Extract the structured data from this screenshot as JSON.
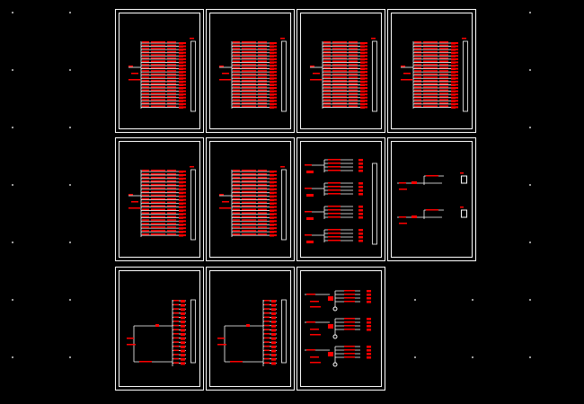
{
  "colors": {
    "background": "#000000",
    "line": "#ffffff",
    "annotation": "#ff0000"
  },
  "sheets": [
    {
      "type": "panel-list",
      "rows": 21
    },
    {
      "type": "panel-list",
      "rows": 21
    },
    {
      "type": "panel-list",
      "rows": 21
    },
    {
      "type": "panel-list",
      "rows": 21
    },
    {
      "type": "panel-list",
      "rows": 19
    },
    {
      "type": "panel-list",
      "rows": 19
    },
    {
      "type": "multi-feeder",
      "groups": 4
    },
    {
      "type": "sparse",
      "groups": 2
    },
    {
      "type": "bus-right",
      "rows": 16
    },
    {
      "type": "bus-right",
      "rows": 16
    },
    {
      "type": "riser",
      "groups": 3
    }
  ]
}
